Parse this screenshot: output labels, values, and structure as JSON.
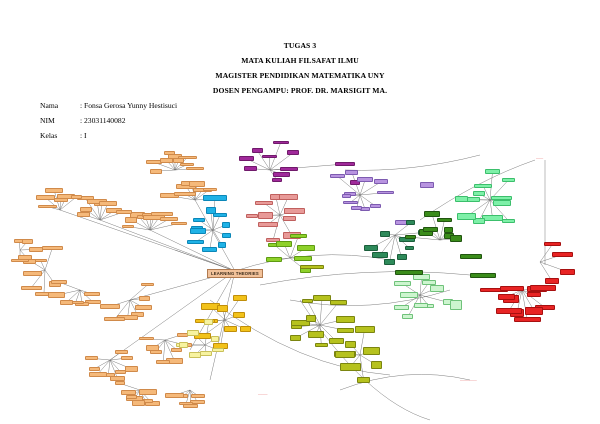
{
  "document": {
    "title_lines": [
      "TUGAS 3",
      "MATA KULIAH FILSAFAT ILMU",
      "MAGISTER PENDIDIKAN MATEMATIKA UNY",
      "DOSEN PENGAMPU: PROF. DR. MARSIGIT MA."
    ],
    "student_info": [
      {
        "label": "Nama",
        "value": ": Fonsa Gerosa Yunny Hestisuci"
      },
      {
        "label": "NIM",
        "value": ": 23031140082"
      },
      {
        "label": "Kelas",
        "value": ": I"
      }
    ]
  },
  "mind_map": {
    "central_label": "LEARNING THEORIES",
    "clusters": [
      {
        "name": "orange",
        "color": "#f5b97a",
        "border": "#d08a4a"
      },
      {
        "name": "blue",
        "color": "#1fb2e6",
        "border": "#0b87b8"
      },
      {
        "name": "purple",
        "color": "#a0299a",
        "border": "#701a6b"
      },
      {
        "name": "lavender",
        "color": "#b894e0",
        "border": "#7d5bb0"
      },
      {
        "name": "salmon",
        "color": "#e89a98",
        "border": "#c0605e"
      },
      {
        "name": "light-green",
        "color": "#8ed12a",
        "border": "#5e9a12"
      },
      {
        "name": "teal-green",
        "color": "#2e8a5a",
        "border": "#1b5e3b"
      },
      {
        "name": "dark-green",
        "color": "#3a8c1a",
        "border": "#215510"
      },
      {
        "name": "mint",
        "color": "#7ef0a8",
        "border": "#3cbf6c"
      },
      {
        "name": "pale-mint",
        "color": "#cdf5cf",
        "border": "#6fc27a"
      },
      {
        "name": "red",
        "color": "#e82424",
        "border": "#a81010"
      },
      {
        "name": "yellow",
        "color": "#f2c21a",
        "border": "#c08e0a"
      },
      {
        "name": "pale-yellow",
        "color": "#f7f3a0",
        "border": "#c9c05a"
      },
      {
        "name": "olive",
        "color": "#b6c21e",
        "border": "#7b8510"
      }
    ]
  }
}
